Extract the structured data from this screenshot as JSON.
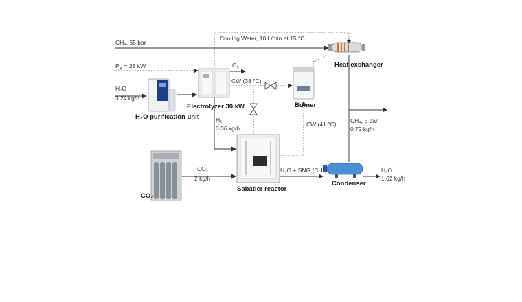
{
  "units": {
    "heat_exchanger": "Heat exchanger",
    "electrolyzer": "Electrolyzer 30 kW",
    "burner": "Burner",
    "purification": "H₂O purification unit",
    "co2_storage": "CO₂",
    "sabatier": "Sabatier reactor",
    "condenser": "Condenser"
  },
  "streams": {
    "ch4_in": "CH₄, 65 bar",
    "cooling_water": "Cooling Water, 10 L/min at 15 °C",
    "power_prefix": "P",
    "power_sub": "el",
    "power_value": " = 28 kW",
    "o2": "O₂",
    "cw_38": "CW (38 °C)",
    "h2o_feed_label": "H₂O",
    "h2o_feed_rate": "3.24 kg/h",
    "h2_label": "H₂",
    "h2_rate": "0.36 kg/h",
    "cw_41": "CW (41 °C)",
    "ch4_out_label": "CH₄, 5 bar",
    "ch4_out_rate": "0.72 kg/h",
    "co2_label": "CO₂",
    "co2_rate": "2 kg/h",
    "h2o_sng": "H₂O + SNG (CH₄)",
    "h2o_out_label": "H₂O",
    "h2o_out_rate": "1.62 kg/h"
  }
}
